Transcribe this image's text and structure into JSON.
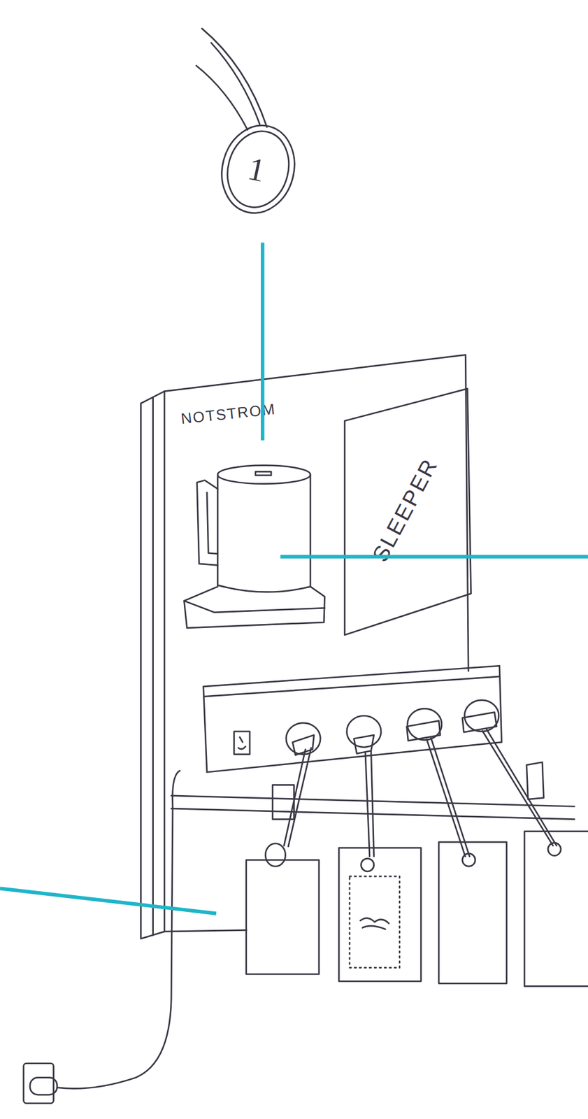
{
  "diagram": {
    "nodes": [
      {
        "text": [
          "1"
        ]
      },
      {
        "text": [
          "NOTSTROM"
        ]
      },
      {
        "text": [
          "SLEEPER"
        ],
        "in": 1
      }
    ]
  }
}
